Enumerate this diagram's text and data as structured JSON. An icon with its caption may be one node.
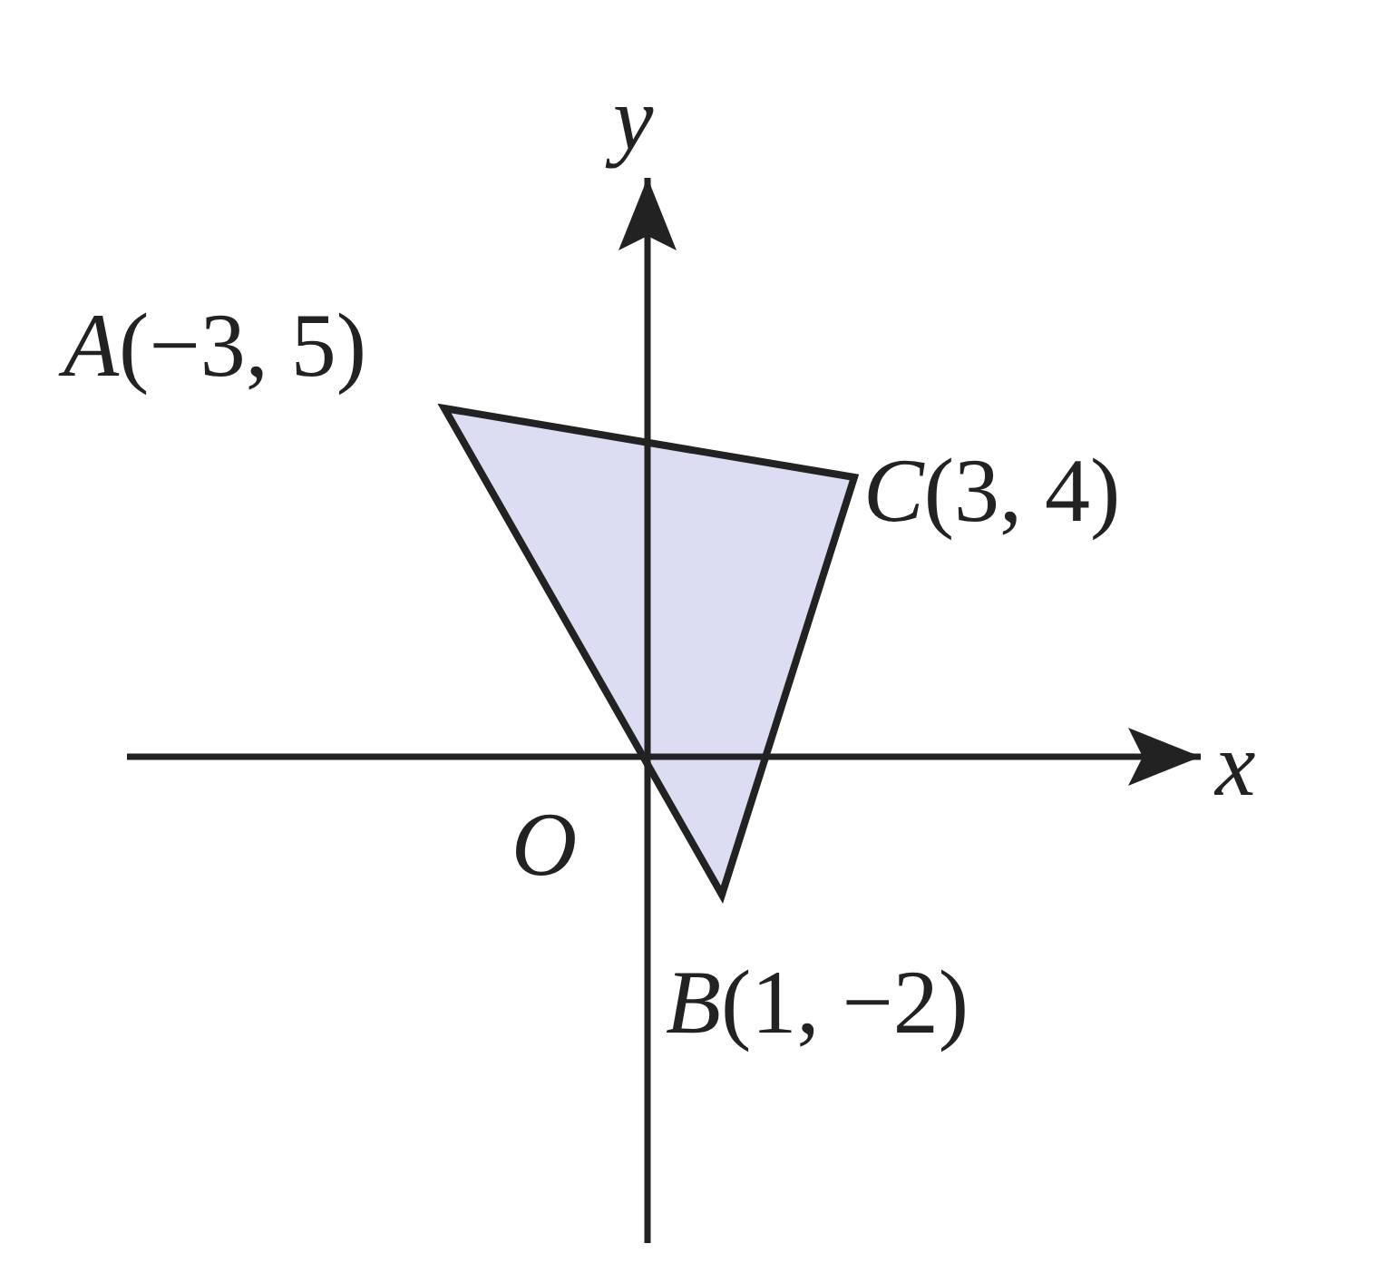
{
  "diagram": {
    "labels": [
      "y",
      "*A*(−3, 5)",
      "*C*(3, 4)",
      "x",
      "O",
      "*B*(1, −2)"
    ]
  }
}
